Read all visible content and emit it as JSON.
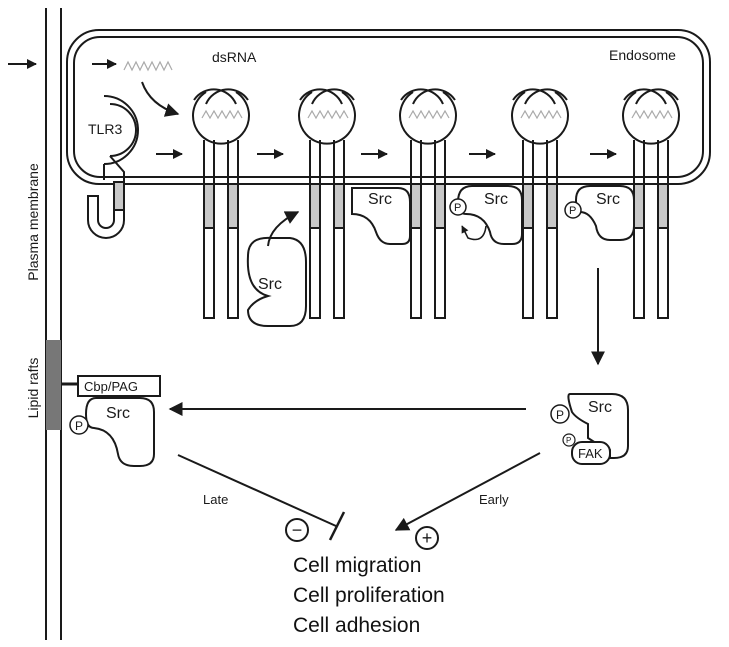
{
  "labels": {
    "membrane": "Plasma membrane",
    "lipid_rafts": "Lipid rafts",
    "dsrna": "dsRNA",
    "endosome": "Endosome",
    "tlr3": "TLR3",
    "src": "Src",
    "p": "P",
    "fak": "FAK",
    "cbp_pag": "Cbp/PAG",
    "late": "Late",
    "early": "Early",
    "minus": "−",
    "plus": "+"
  },
  "outcomes": [
    "Cell migration",
    "Cell proliferation",
    "Cell adhesion"
  ],
  "colors": {
    "stroke": "#1a1a1a",
    "tm_segment": "#c8c8c8",
    "raft": "#777777",
    "dsrna_line": "#aaaaaa"
  }
}
